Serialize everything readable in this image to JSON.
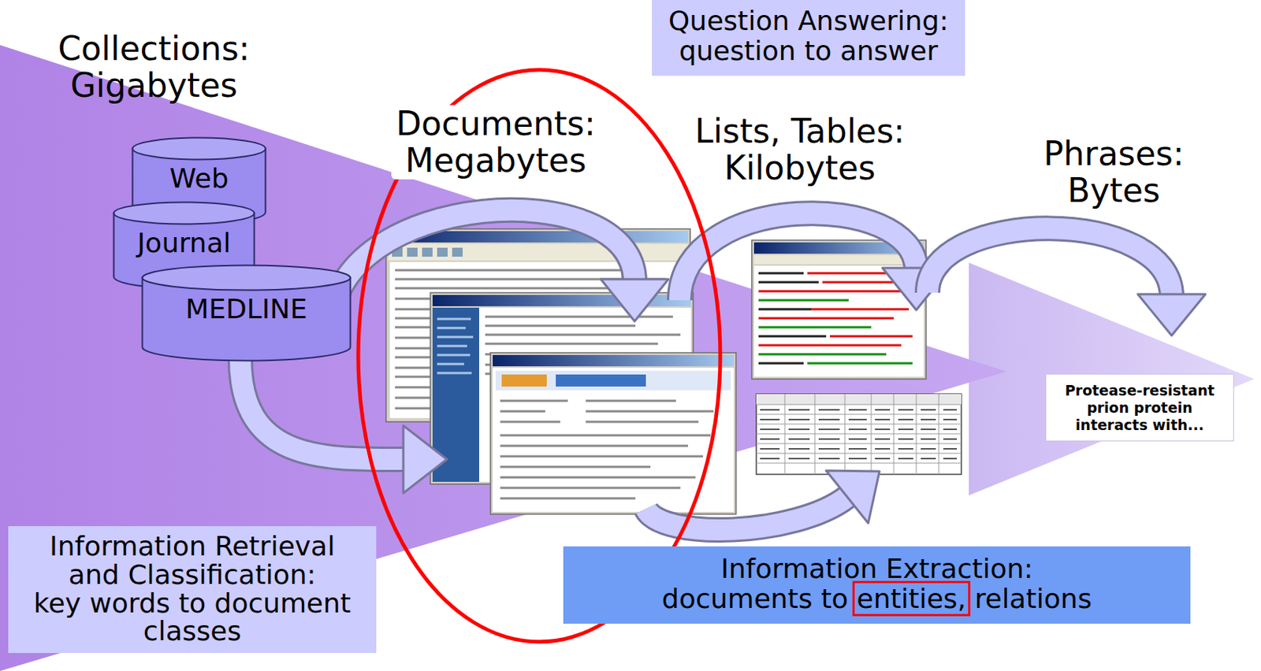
{
  "diagram": {
    "nodes": [
      {
        "text": [
          "Question Answering:",
          "question to answer"
        ]
      },
      {
        "text": [
          "Web"
        ]
      },
      {
        "text": [
          "Journal"
        ]
      },
      {
        "text": [
          "MEDLINE"
        ]
      },
      {
        "text": [
          "Protease-resistant prion protein interacts with..."
        ]
      },
      {
        "text": [
          "Information Retrieval and Classification:",
          "key words to document classes"
        ]
      },
      {
        "text": [
          "Information Extraction:",
          "documents to entities, relations"
        ]
      }
    ],
    "labels": [
      "Collections: Gigabytes",
      "Documents: Megabytes",
      "Lists, Tables: Kilobytes",
      "Phrases: Bytes"
    ]
  }
}
